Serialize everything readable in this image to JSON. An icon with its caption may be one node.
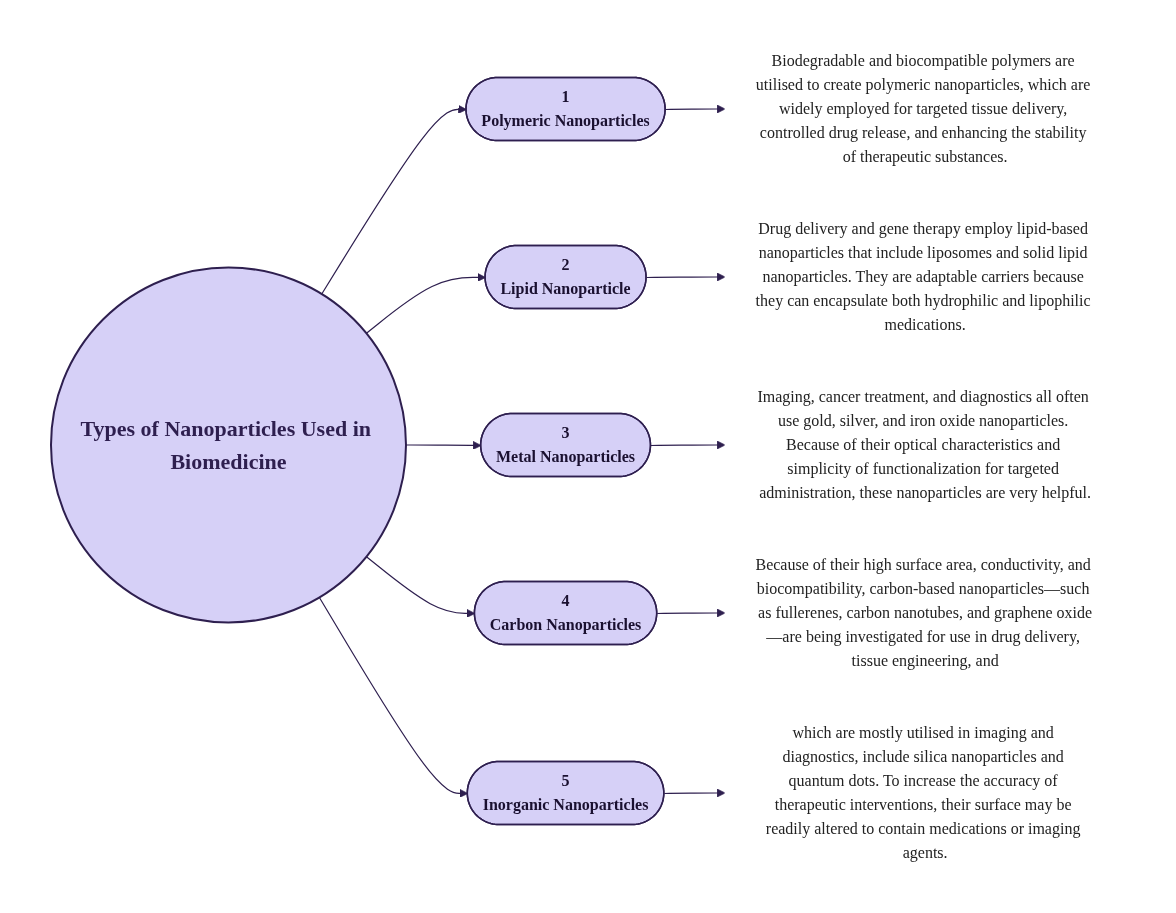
{
  "diagram": {
    "nodes": [
      {
        "text": [
          "Types of Nanoparticles Used in Biomedicine"
        ]
      },
      {
        "text": [
          "1",
          "Polymeric Nanoparticles"
        ]
      },
      {
        "text": [
          "Biodegradable and biocompatible polymers are utilised to create polymeric nanoparticles, which are widely employed for targeted tissue delivery, controlled drug release, and enhancing the stability of therapeutic substances."
        ]
      },
      {
        "text": [
          "2",
          "Lipid Nanoparticle"
        ]
      },
      {
        "text": [
          "Drug delivery and gene therapy employ lipid-based nanoparticles that include liposomes and solid lipid nanoparticles. They are adaptable carriers because they can encapsulate both hydrophilic and lipophilic medications."
        ]
      },
      {
        "text": [
          "3",
          "Metal Nanoparticles"
        ]
      },
      {
        "text": [
          "Imaging, cancer treatment, and diagnostics all often use gold, silver, and iron oxide nanoparticles. Because of their optical characteristics and simplicity of functionalization for targeted administration, these nanoparticles are very helpful."
        ]
      },
      {
        "text": [
          "4",
          "Carbon Nanoparticles"
        ]
      },
      {
        "text": [
          "Because of their high surface area, conductivity, and biocompatibility, carbon-based nanoparticles—such as fullerenes, carbon nanotubes, and graphene oxide—are being investigated for use in drug delivery, tissue engineering, and"
        ]
      },
      {
        "text": [
          "5",
          "Inorganic Nanoparticles"
        ]
      },
      {
        "text": [
          "which are mostly utilised in imaging and diagnostics, include silica nanoparticles and quantum dots. To increase the accuracy of therapeutic interventions, their surface may be readily altered to contain medications or imaging agents."
        ]
      }
    ],
    "edges": [
      {
        "from": 0,
        "to": 1,
        "arrow": "to"
      },
      {
        "from": 1,
        "to": 2,
        "arrow": "to"
      },
      {
        "from": 0,
        "to": 3,
        "arrow": "to"
      },
      {
        "from": 3,
        "to": 4,
        "arrow": "to"
      },
      {
        "from": 0,
        "to": 5,
        "arrow": "to"
      },
      {
        "from": 5,
        "to": 6,
        "arrow": "to"
      },
      {
        "from": 0,
        "to": 7,
        "arrow": "to"
      },
      {
        "from": 7,
        "to": 8,
        "arrow": "to"
      },
      {
        "from": 0,
        "to": 9,
        "arrow": "to"
      },
      {
        "from": 9,
        "to": 10,
        "arrow": "to"
      }
    ]
  }
}
